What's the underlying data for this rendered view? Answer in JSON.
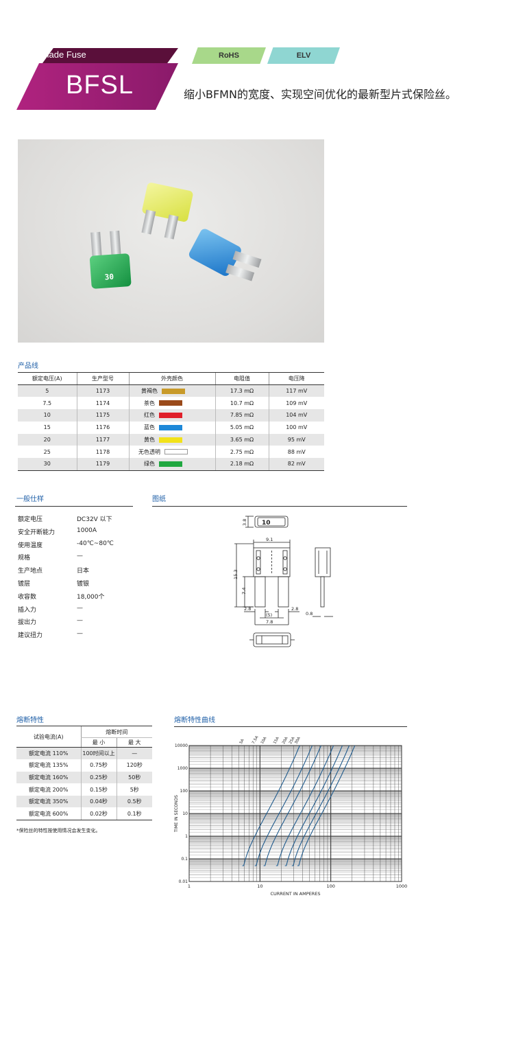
{
  "header": {
    "subtitle": "Blade Fuse",
    "title": "BFSL",
    "tags": [
      "RoHS",
      "ELV"
    ],
    "tagline": "缩小BFMN的宽度、实现空间优化的最新型片式保险丝。"
  },
  "photo": {
    "fuse_label": "30"
  },
  "product": {
    "title": "产品线",
    "headers": [
      "额定电压(A)",
      "生产型号",
      "外壳颜色",
      "电阻值",
      "电压降"
    ],
    "rows": [
      {
        "rating": "5",
        "model": "1173",
        "color": "黄褐色",
        "hex": "#c89a2a",
        "resistance": "17.3 mΩ",
        "drop": "117 mV"
      },
      {
        "rating": "7.5",
        "model": "1174",
        "color": "茶色",
        "hex": "#9a4a1a",
        "resistance": "10.7 mΩ",
        "drop": "109 mV"
      },
      {
        "rating": "10",
        "model": "1175",
        "color": "红色",
        "hex": "#e0202a",
        "resistance": "7.85 mΩ",
        "drop": "104 mV"
      },
      {
        "rating": "15",
        "model": "1176",
        "color": "蓝色",
        "hex": "#1e88d8",
        "resistance": "5.05 mΩ",
        "drop": "100 mV"
      },
      {
        "rating": "20",
        "model": "1177",
        "color": "黄色",
        "hex": "#f2e21a",
        "resistance": "3.65 mΩ",
        "drop": "95 mV"
      },
      {
        "rating": "25",
        "model": "1178",
        "color": "无色透明",
        "hex": "#ffffff",
        "resistance": "2.75 mΩ",
        "drop": "88 mV"
      },
      {
        "rating": "30",
        "model": "1179",
        "color": "绿色",
        "hex": "#20a840",
        "resistance": "2.18 mΩ",
        "drop": "82 mV"
      }
    ]
  },
  "spec": {
    "title": "一般仕样",
    "rows": [
      {
        "k": "额定电压",
        "v": "DC32V 以下"
      },
      {
        "k": "安全开断能力",
        "v": "1000A"
      },
      {
        "k": "使用温度",
        "v": "-40℃~80℃"
      },
      {
        "k": "规格",
        "v": "—"
      },
      {
        "k": "生产地点",
        "v": "日本"
      },
      {
        "k": "镀层",
        "v": "镀银"
      },
      {
        "k": "收容数",
        "v": "18,000个"
      },
      {
        "k": "插入力",
        "v": "—"
      },
      {
        "k": "拔出力",
        "v": "—"
      },
      {
        "k": "建议扭力",
        "v": "—"
      }
    ]
  },
  "drawing": {
    "title": "图纸",
    "dims": {
      "d38": "3.8",
      "d91": "9.1",
      "d153": "15.3",
      "d74": "7.4",
      "d28a": "2.8",
      "d28b": "2.8",
      "d5": "(5)",
      "d78": "7.8",
      "d08": "0.8"
    },
    "top_label": "10"
  },
  "blow": {
    "title": "熔断特性",
    "col_test": "试验电流(A)",
    "col_time": "熔断时间",
    "col_min": "最 小",
    "col_max": "最 大",
    "rows": [
      {
        "test": "额定电流 110%",
        "min": "100时间以上",
        "max": "—"
      },
      {
        "test": "额定电流 135%",
        "min": "0.75秒",
        "max": "120秒"
      },
      {
        "test": "额定电流 160%",
        "min": "0.25秒",
        "max": "50秒"
      },
      {
        "test": "额定电流 200%",
        "min": "0.15秒",
        "max": "5秒"
      },
      {
        "test": "额定电流 350%",
        "min": "0.04秒",
        "max": "0.5秒"
      },
      {
        "test": "额定电流 600%",
        "min": "0.02秒",
        "max": "0.1秒"
      }
    ],
    "note": "*保险丝的特性按使用情况会发生变化。"
  },
  "curve": {
    "title": "熔断特性曲线",
    "xlabel": "CURRENT IN AMPERES",
    "ylabel": "TIME IN SECONDS",
    "xticks": [
      "1",
      "10",
      "100",
      "1000"
    ],
    "yticks": [
      "10000",
      "1000",
      "100",
      "10",
      "1",
      "0.1",
      "0.01"
    ],
    "series_labels": [
      "5A",
      "7.5A",
      "10A",
      "15A",
      "20A",
      "25A",
      "30A"
    ],
    "ratings": [
      5,
      7.5,
      10,
      15,
      20,
      25,
      30
    ]
  }
}
